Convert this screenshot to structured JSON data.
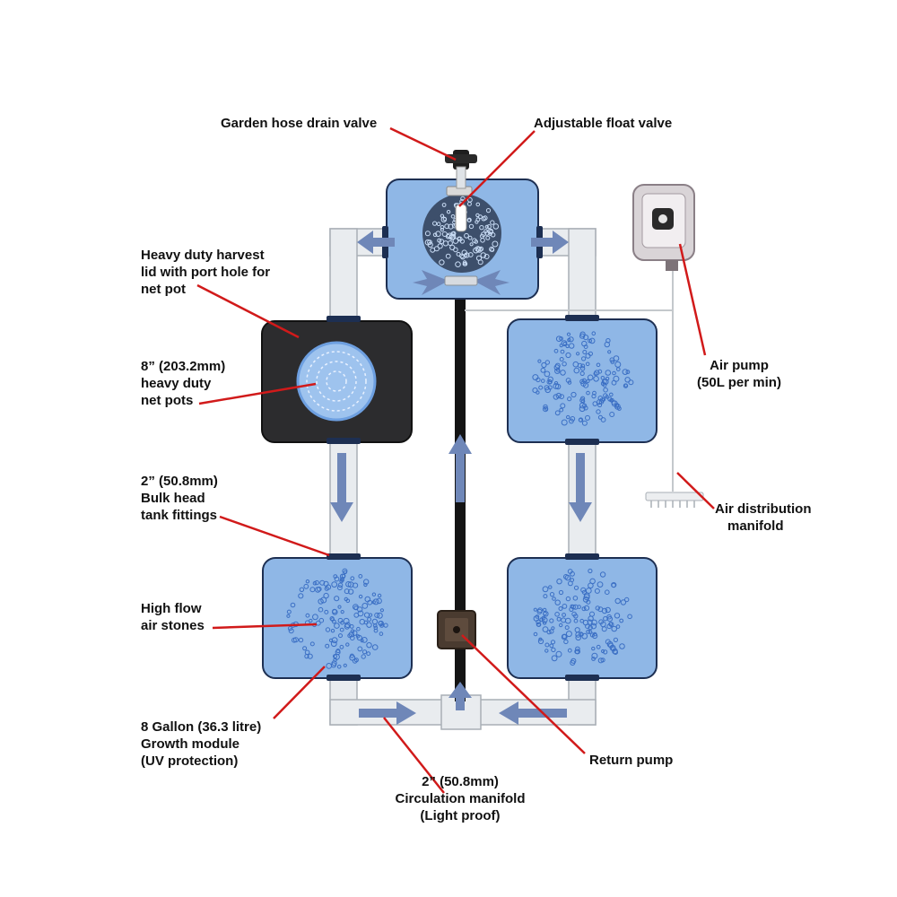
{
  "colors": {
    "water": "#8fb7e6",
    "water_edge": "#1d2f52",
    "pipe": "#e9ecef",
    "pipe_edge": "#a9afb6",
    "arrow": "#6f87b8",
    "leader": "#d11a1a",
    "lid": "#2c2c2e",
    "bubble": "#3b6fc4",
    "pump": "#4a3b30"
  },
  "labels": {
    "drain_valve": "Garden hose drain valve",
    "float_valve": "Adjustable float valve",
    "harvest_lid": [
      "Heavy duty harvest",
      "lid with port hole for",
      "net pot"
    ],
    "net_pots": [
      "8” (203.2mm)",
      "heavy duty",
      "net pots"
    ],
    "bulk_head": [
      "2” (50.8mm)",
      "Bulk head",
      "tank fittings"
    ],
    "air_stones": [
      "High flow",
      "air stones"
    ],
    "growth_module": [
      "8 Gallon (36.3 litre)",
      "Growth module",
      "(UV protection)"
    ],
    "circulation": [
      "2” (50.8mm)",
      "Circulation manifold",
      "(Light proof)"
    ],
    "return_pump": "Return pump",
    "air_pump": [
      "Air pump",
      "(50L per min)"
    ],
    "air_manifold": [
      "Air distribution",
      "manifold"
    ]
  }
}
